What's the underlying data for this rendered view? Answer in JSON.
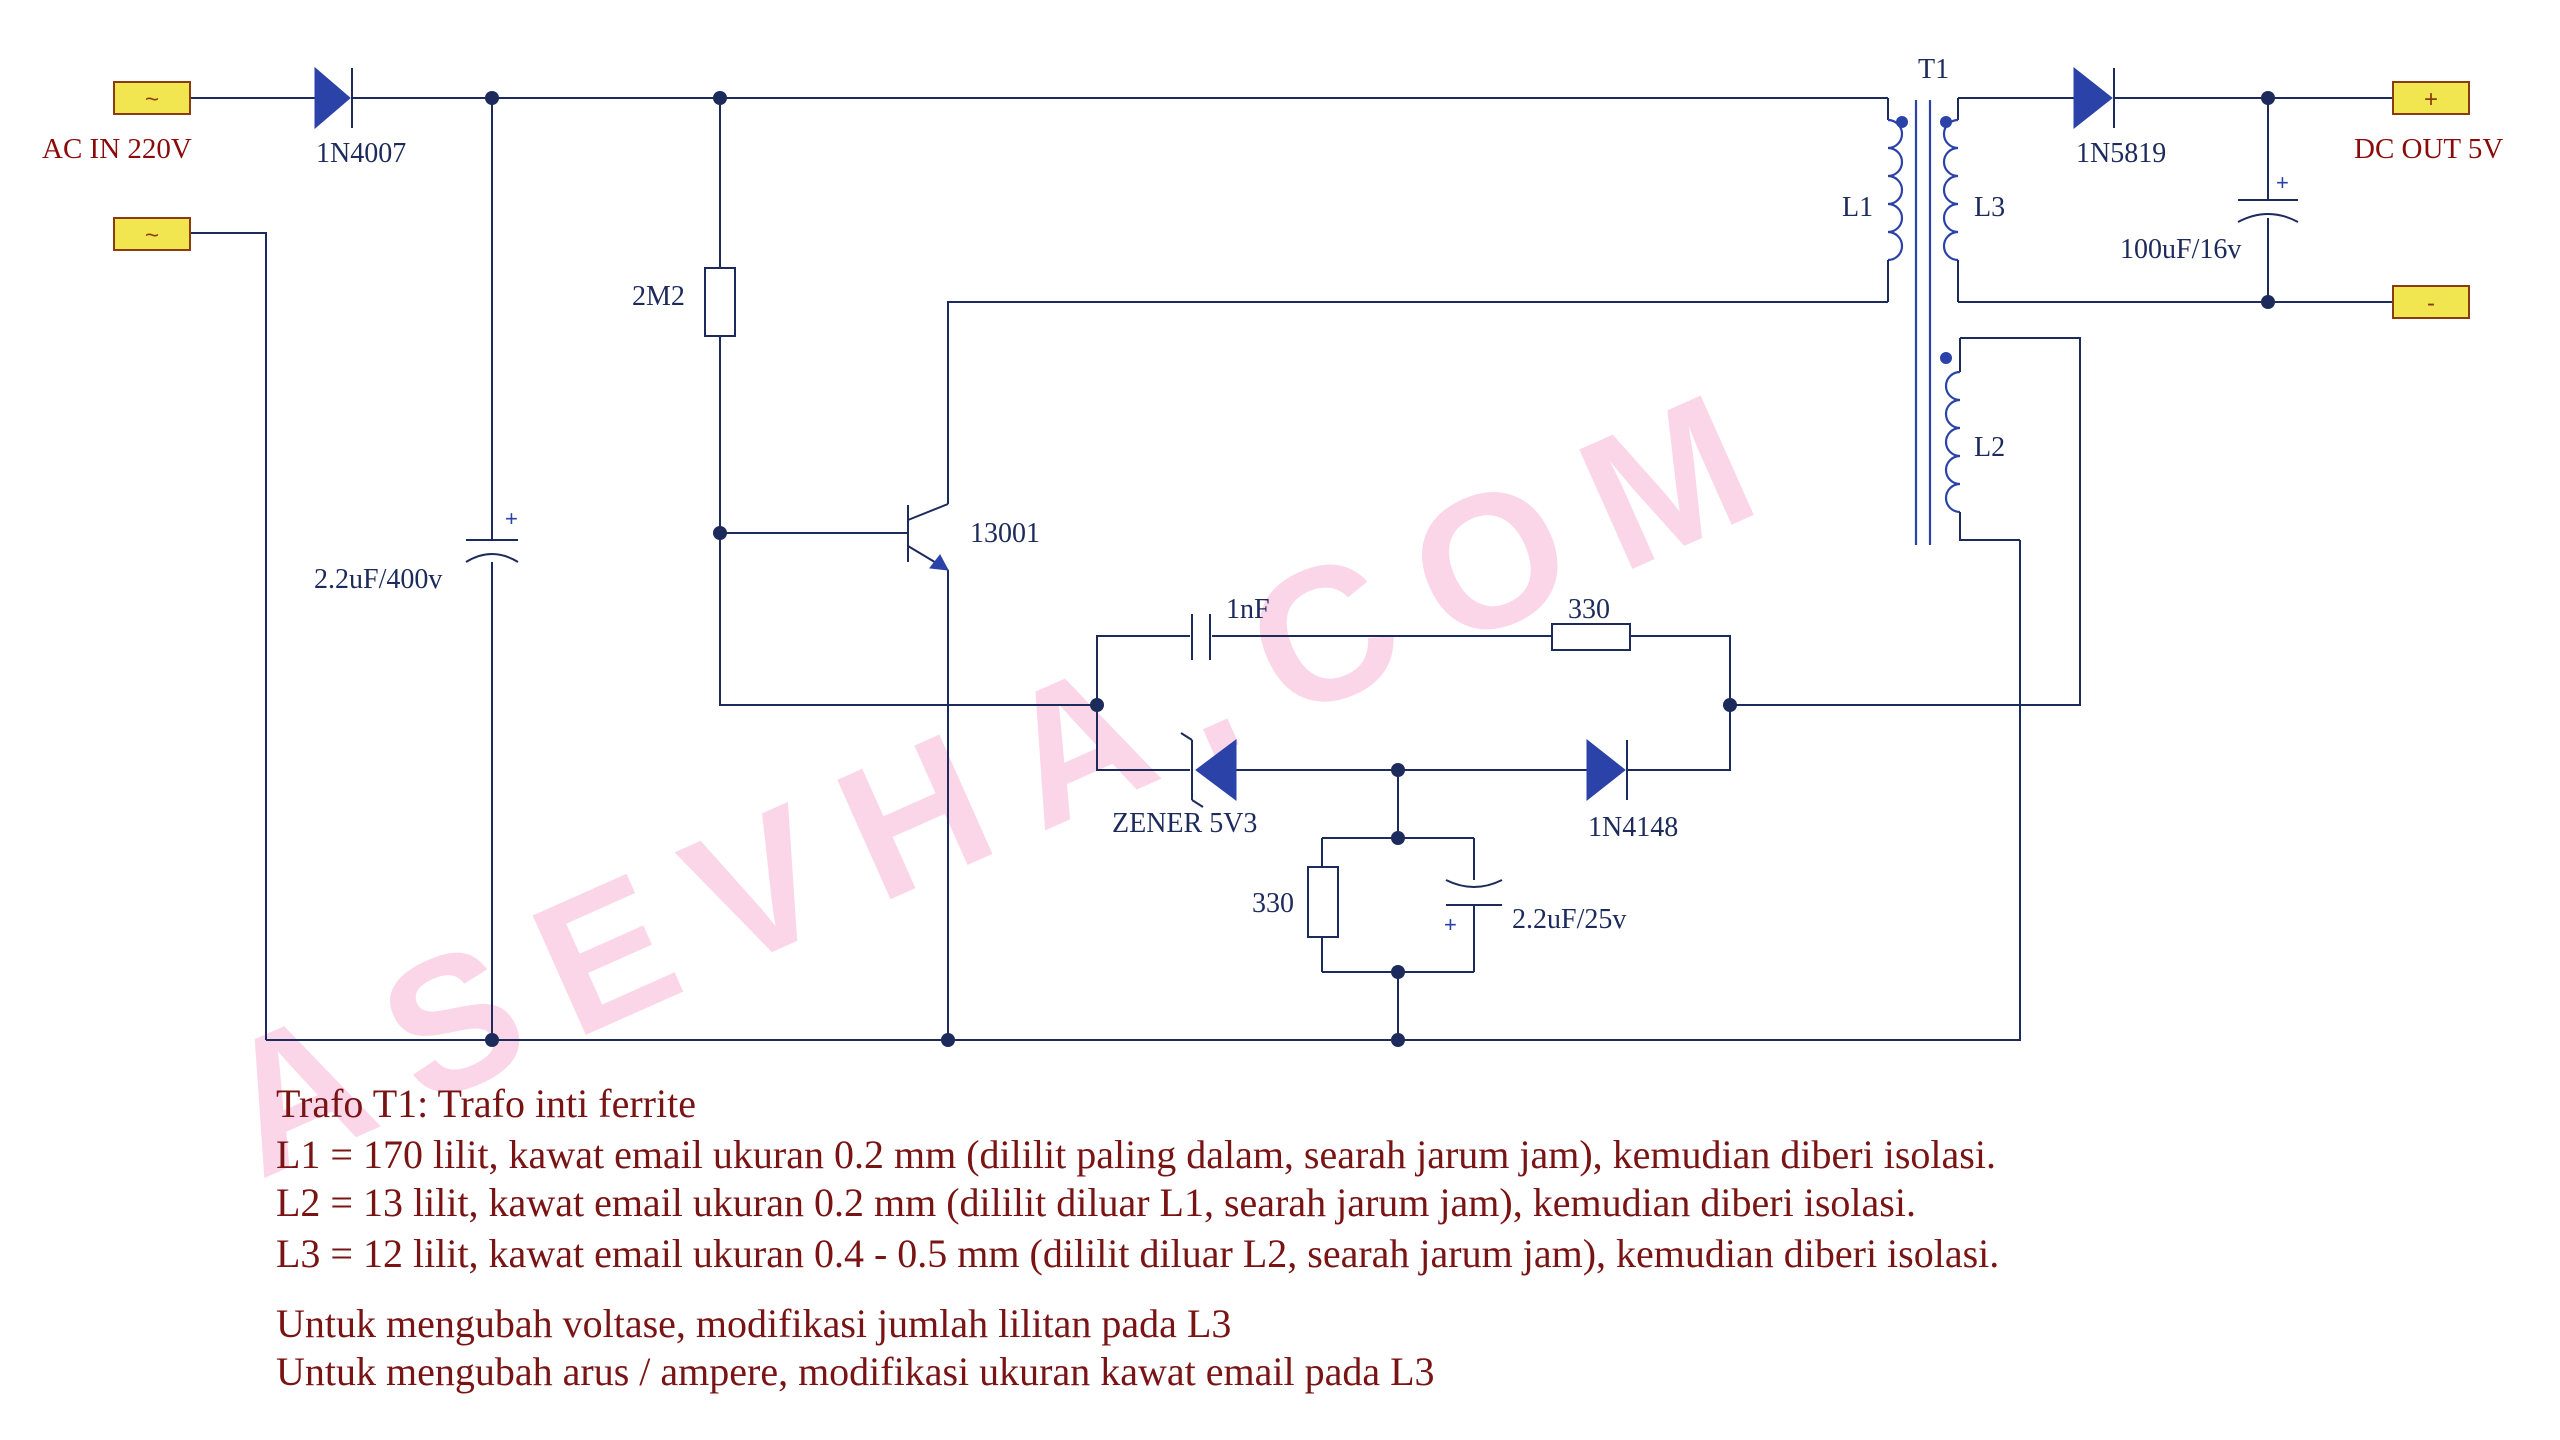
{
  "watermark": "ASEVHA.COM",
  "labels": {
    "ac_in": "AC IN 220V",
    "d1": "1N4007",
    "c1": "2.2uF/400v",
    "r1": "2M2",
    "q1": "13001",
    "c2": "1nF",
    "r2": "330",
    "zener": "ZENER 5V3",
    "d2": "1N4148",
    "r3": "330",
    "c3": "2.2uF/25v",
    "t1": "T1",
    "l1": "L1",
    "l2": "L2",
    "l3": "L3",
    "d3": "1N5819",
    "c4": "100uF/16v",
    "dc_out": "DC OUT 5V"
  },
  "connectors": {
    "ac_top": "~",
    "ac_bottom": "~",
    "dc_plus": "+",
    "dc_minus": "-"
  },
  "polarity_mark": "+",
  "notes": [
    "Trafo T1: Trafo inti ferrite",
    "L1 = 170 lilit, kawat email ukuran 0.2 mm (dililit paling dalam, searah jarum jam), kemudian diberi isolasi.",
    "L2 = 13 lilit, kawat email ukuran 0.2 mm (dililit diluar L1, searah jarum jam), kemudian diberi isolasi.",
    "L3 = 12 lilit, kawat email ukuran 0.4 - 0.5 mm (dililit diluar L2, searah jarum jam), kemudian diberi isolasi.",
    "Untuk mengubah voltase, modifikasi jumlah lilitan pada L3",
    "Untuk mengubah arus / ampere, modifikasi ukuran kawat email pada L3"
  ]
}
